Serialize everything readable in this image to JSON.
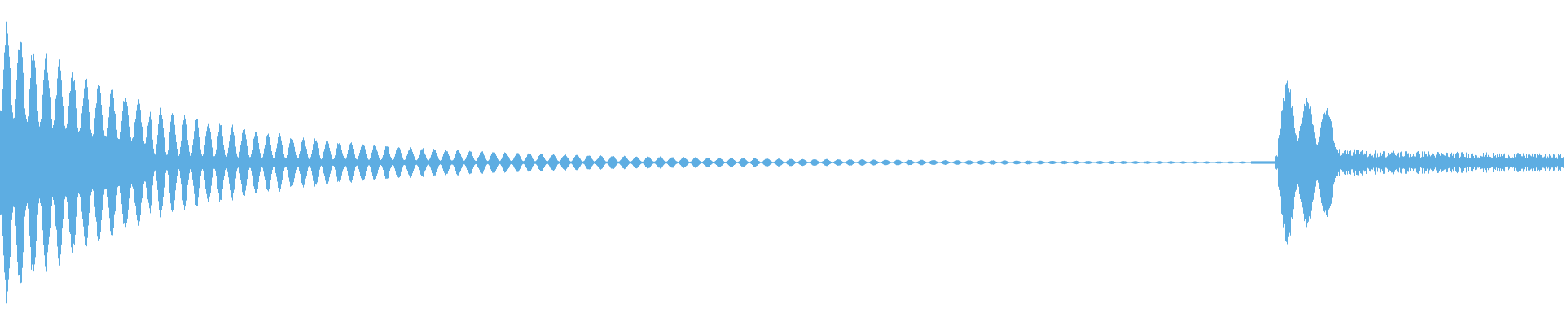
{
  "waveform": {
    "color": "#5DADE2",
    "background": "#FFFFFF",
    "segments": [
      {
        "name": "first-burst",
        "start": 0.0,
        "end": 0.8,
        "peak": 0.95,
        "shape": "long-decay",
        "oscillation": "regular"
      },
      {
        "name": "silence",
        "start": 0.8,
        "end": 0.815,
        "peak": 0.0
      },
      {
        "name": "second-burst",
        "start": 0.815,
        "end": 1.0,
        "peak": 0.58,
        "shape": "attack-then-noisy-tail",
        "oscillation": "noisy"
      }
    ]
  }
}
